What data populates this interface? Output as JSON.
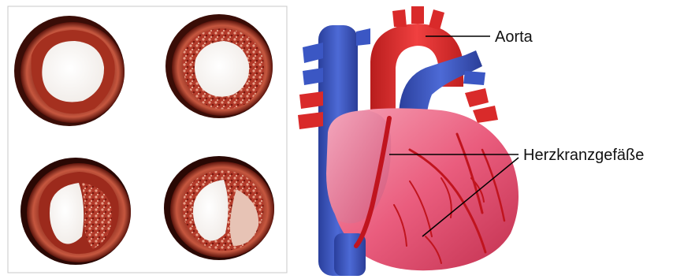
{
  "labels": {
    "aorta": "Aorta",
    "coronary": "Herzkranzgefäße"
  },
  "panels": {
    "left": "artery-cross-sections",
    "right": "heart"
  },
  "colors": {
    "vein_blue": "#3b57c4",
    "artery_red": "#d92a2a",
    "heart_pink": "#ee6d8a",
    "vessel_wall": "#b53a2a",
    "frame_border": "#c8c8c8"
  }
}
